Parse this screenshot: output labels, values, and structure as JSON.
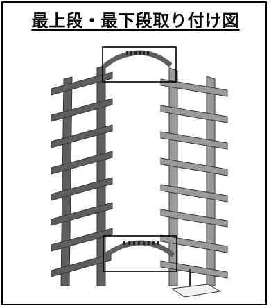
{
  "title": "最上段・最下段取り付け図",
  "icons": {
    "left_frame": "trellis-frame-left",
    "right_frame": "trellis-frame-right",
    "base": "mount-base-plate"
  },
  "colors": {
    "frame_dark": "#5e5e5e",
    "frame_light": "#9a9a9a",
    "frame_edge": "#333333",
    "highlight_box": "#000000"
  }
}
